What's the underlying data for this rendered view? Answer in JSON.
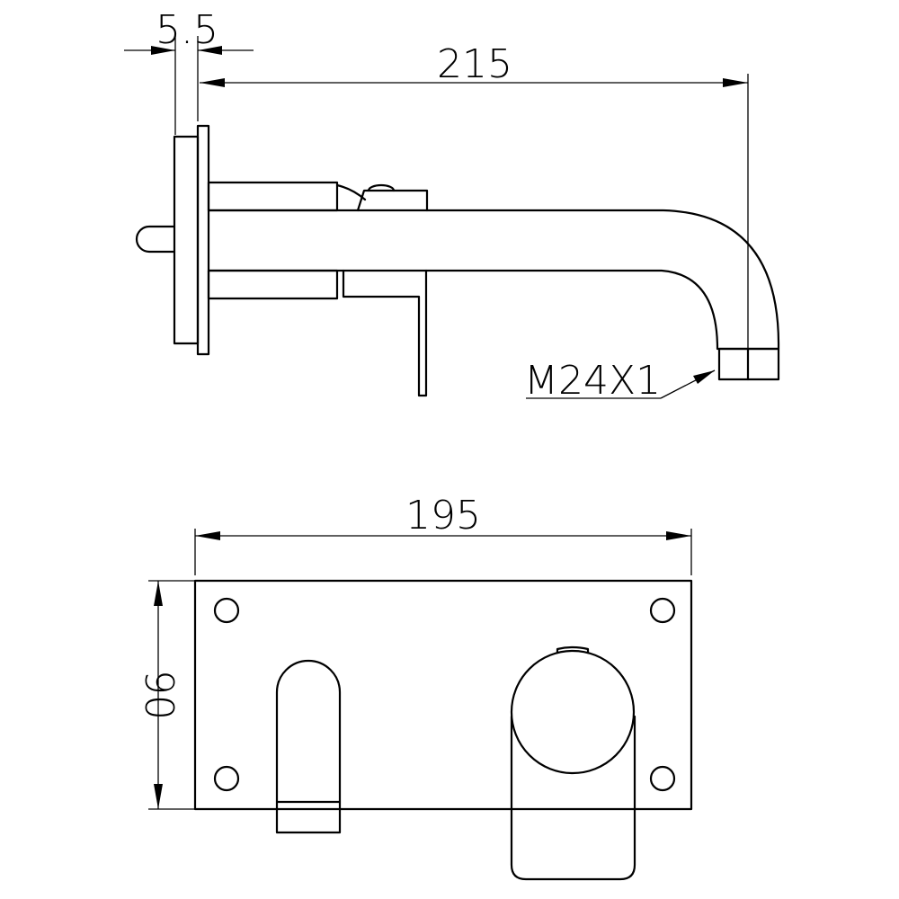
{
  "side_view": {
    "dim_plate_thickness": "5.5",
    "dim_projection": "215",
    "thread_label": "M24X1"
  },
  "front_view": {
    "dim_width": "195",
    "dim_height": "90"
  }
}
